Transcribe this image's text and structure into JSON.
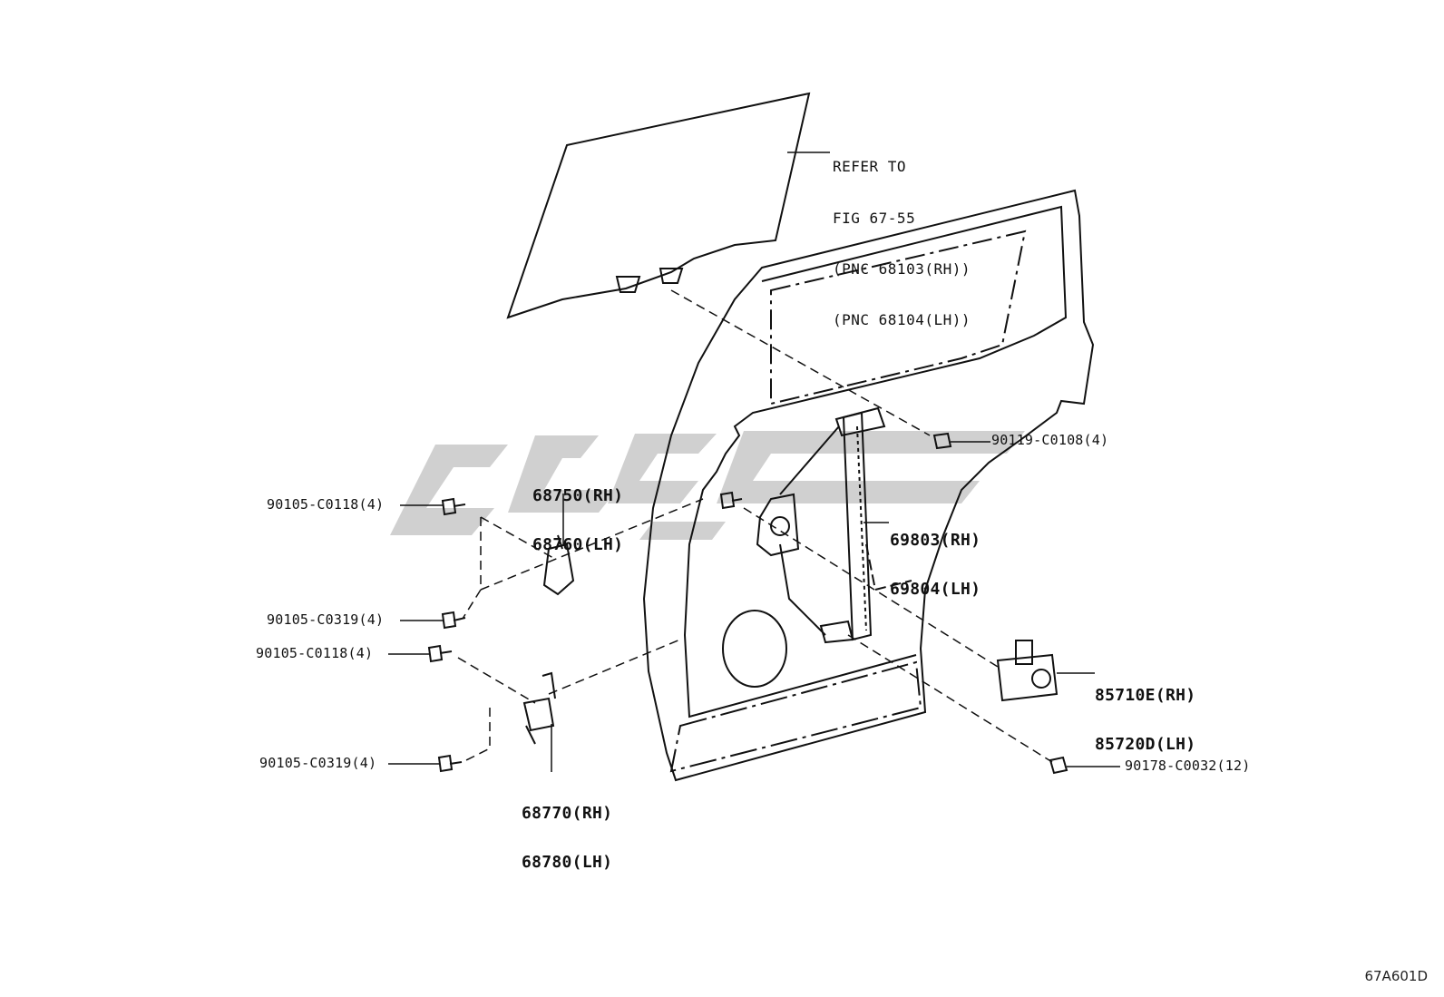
{
  "refer_note": [
    "REFER TO",
    "FIG 67-55",
    "(PNC 68103(RH))",
    "(PNC 68104(LH))"
  ],
  "parts": {
    "bolt_upper_right": "90119-C0108(4)",
    "hinge_upper": [
      "68750(RH)",
      "68760(LH)"
    ],
    "bolt_hinge_upper_a": "90105-C0118(4)",
    "regulator": [
      "69803(RH)",
      "69804(LH)"
    ],
    "bolt_hinge_upper_b": "90105-C0319(4)",
    "bolt_hinge_lower_a": "90105-C0118(4)",
    "motor": [
      "85710E(RH)",
      "85720D(LH)"
    ],
    "bolt_hinge_lower_b": "90105-C0319(4)",
    "nut_lower_right": "90178-C0032(12)",
    "hinge_lower": [
      "68770(RH)",
      "68780(LH)"
    ]
  },
  "figure_code": "67A601D",
  "watermark_color": "#c8c8c8",
  "line_color": "#111111"
}
